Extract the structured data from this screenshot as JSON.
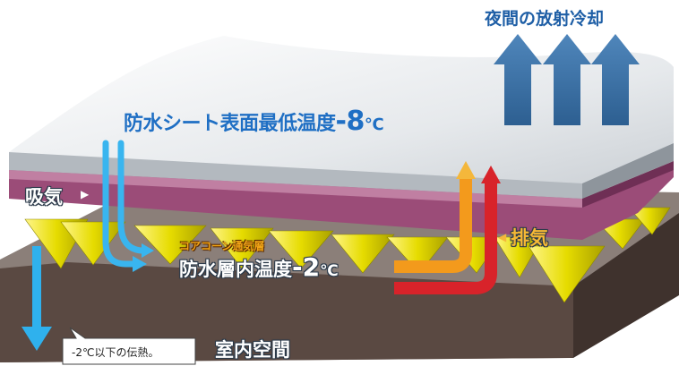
{
  "labels": {
    "night_cooling": "夜間の放射冷却",
    "sheet_temp_prefix": "防水シート表面最低温度",
    "sheet_temp_value": "-8",
    "sheet_temp_unit": "℃",
    "intake": "吸気",
    "exhaust": "排気",
    "core_layer": "コアコーン通気層",
    "inner_temp_prefix": "防水層内温度",
    "inner_temp_value": "-2",
    "inner_temp_unit": "℃",
    "heat_transfer_note": "-2℃以下の伝熱。",
    "indoor_space": "室内空間"
  },
  "colors": {
    "membrane_top": "#eef1f4",
    "membrane_edge": "#a9afb5",
    "purple_layer": "#9c4f7a",
    "cones": "#e8e100",
    "slab_top": "#8a7f78",
    "slab_side": "#4e3e37",
    "up_arrows": "#3a6ea0",
    "cold_arrow": "#3cb7ef",
    "warm_orange": "#f39a1c",
    "warm_red": "#d8232a",
    "text_blue": "#1f6fc4"
  }
}
